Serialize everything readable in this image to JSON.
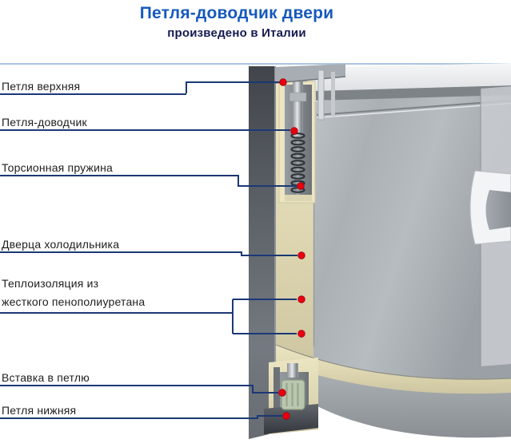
{
  "header": {
    "title": "Петля-доводчик двери",
    "subtitle": "произведено в Италии"
  },
  "callouts": {
    "hinge_top": "Петля верхняя",
    "hinge_closer": "Петля-доводчик",
    "torsion_spring": "Торсионная пружина",
    "door": "Дверца холодильника",
    "insulation_line1": "Теплоизоляция из",
    "insulation_line2": "жесткого пенополиуретана",
    "insert": "Вставка в петлю",
    "hinge_bottom": "Петля нижняя"
  },
  "colors": {
    "title_blue": "#1659bc",
    "subtitle_navy": "#131a50",
    "leader_navy": "#1b3875",
    "dot_red": "#e8000f",
    "insulation_cream": "#e8e1bf",
    "divider_blue": "#a9c6e2"
  }
}
